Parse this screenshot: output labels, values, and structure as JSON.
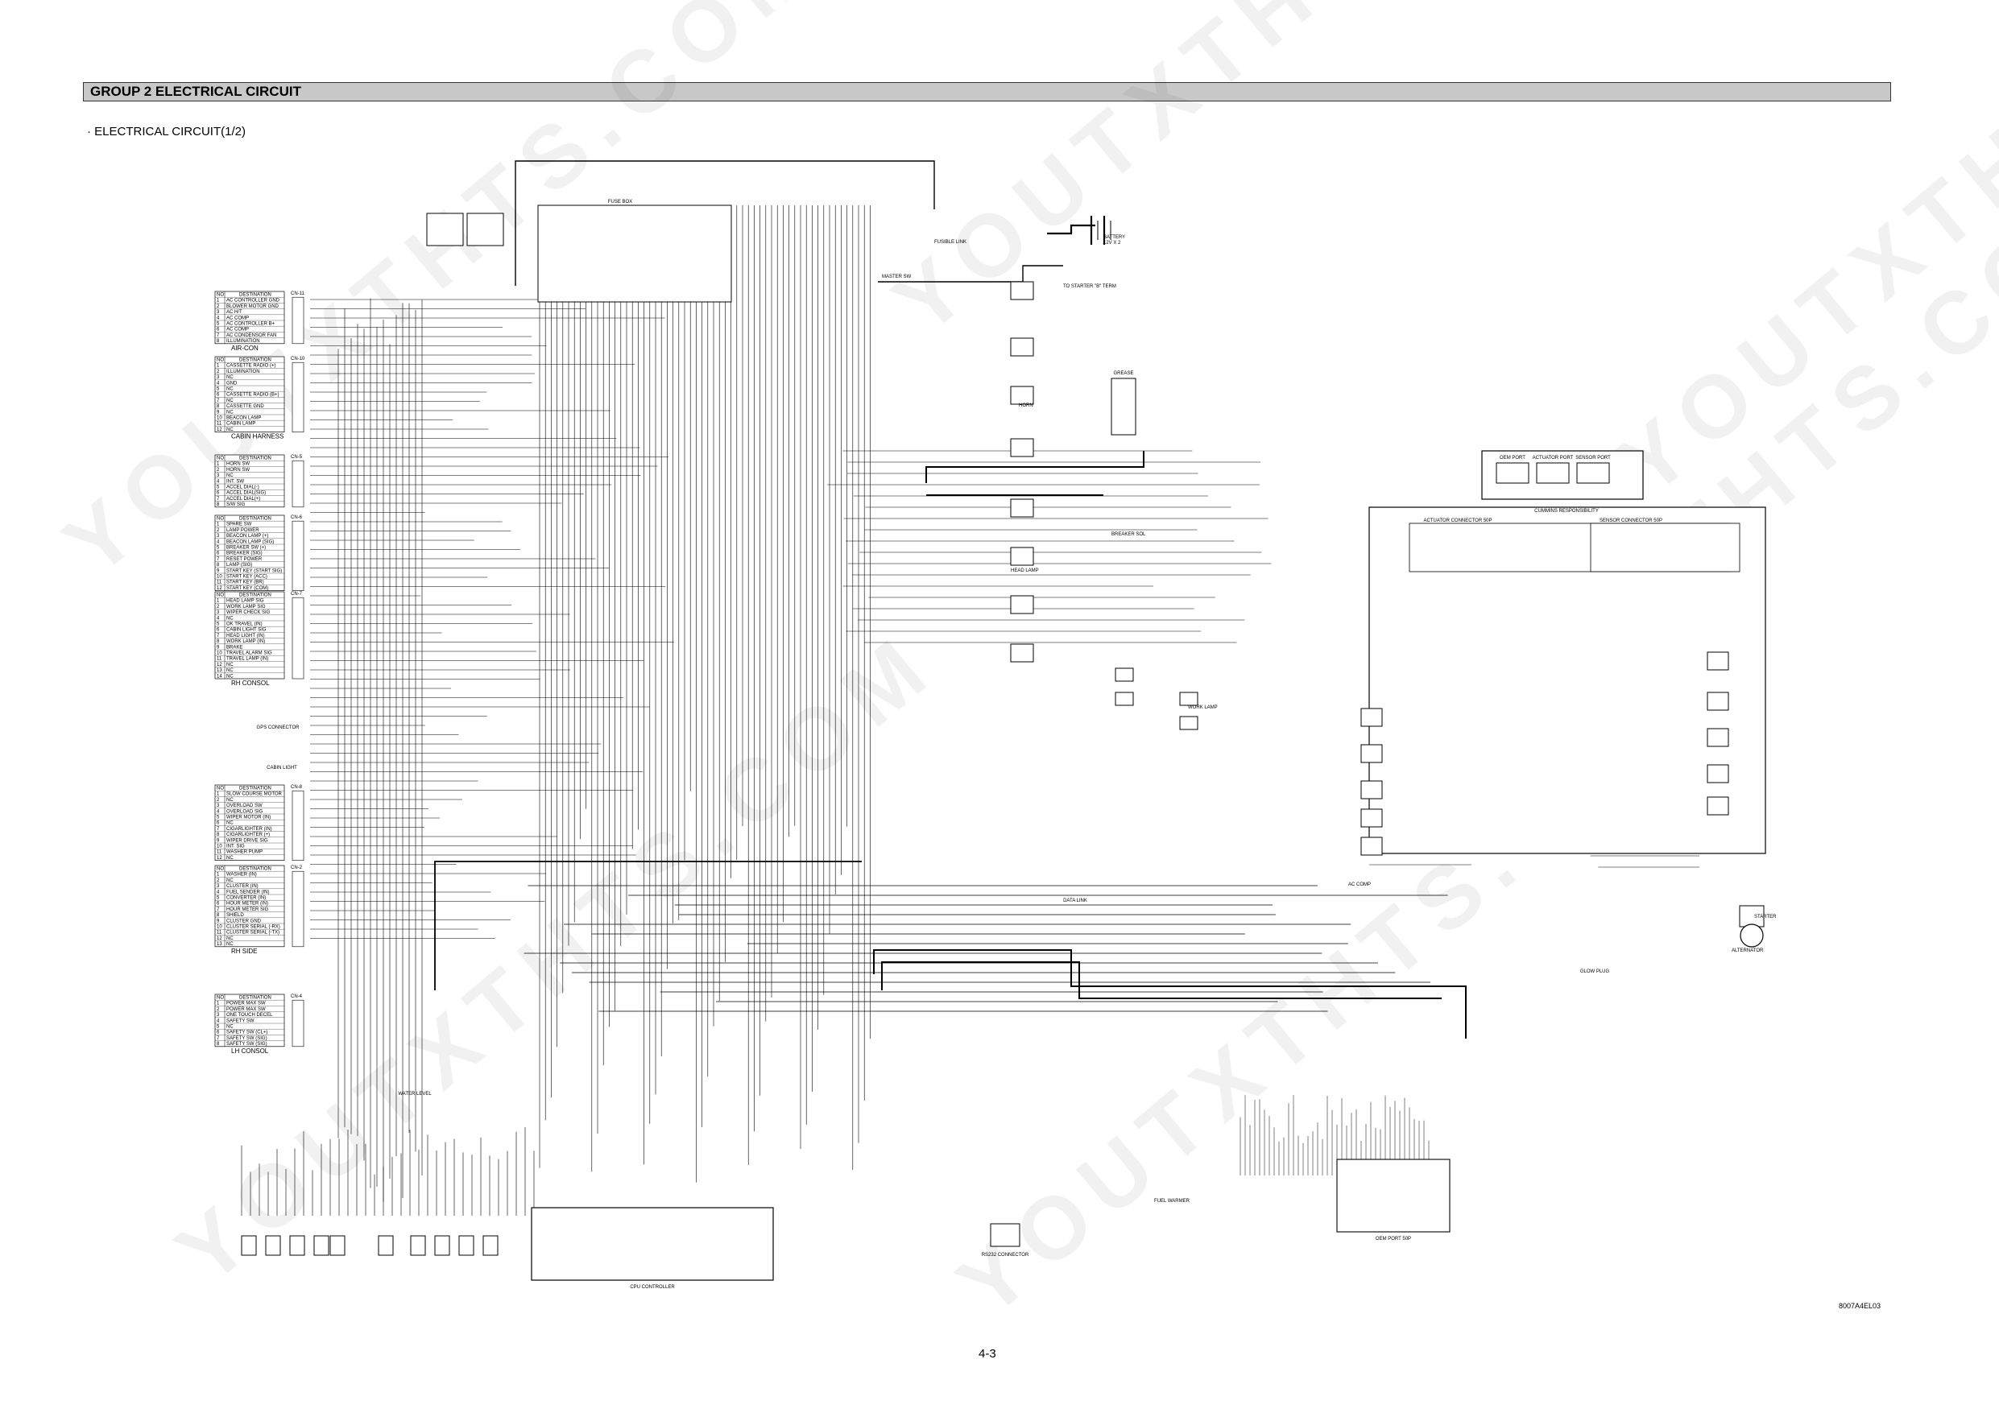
{
  "header": {
    "group_title": "GROUP  2  ELECTRICAL CIRCUIT",
    "subtitle": "· ELECTRICAL CIRCUIT(1/2)"
  },
  "footer": {
    "page_number": "4-3",
    "figure_code": "8007A4EL03"
  },
  "watermark": [
    "YOUTXTHTS.COM"
  ],
  "tables": [
    {
      "id": "cn11",
      "title": "AIR-CON",
      "connector": "CN-11",
      "header": [
        "NO",
        "DESTINATION"
      ],
      "rows": [
        [
          "1",
          "AC CONTROLLER GND"
        ],
        [
          "2",
          "BLOWER MOTOR GND"
        ],
        [
          "3",
          "AC H/T"
        ],
        [
          "4",
          "AC COMP"
        ],
        [
          "5",
          "AC CONTROLLER B+"
        ],
        [
          "6",
          "AC COMP"
        ],
        [
          "7",
          "AC CONDENSOR FAN"
        ],
        [
          "8",
          "ILLUMINATION"
        ]
      ]
    },
    {
      "id": "cn10",
      "title": "CABIN HARNESS",
      "connector": "CN-10",
      "header": [
        "NO",
        "DESTINATION"
      ],
      "rows": [
        [
          "1",
          "CASSETTE RADIO (+)"
        ],
        [
          "2",
          "ILLUMINATION"
        ],
        [
          "3",
          "NC"
        ],
        [
          "4",
          "GND"
        ],
        [
          "5",
          "NC"
        ],
        [
          "6",
          "CASSETTE RADIO (B+)"
        ],
        [
          "7",
          "NC"
        ],
        [
          "8",
          "CASSETTE GND"
        ],
        [
          "9",
          "NC"
        ],
        [
          "10",
          "BEACON LAMP"
        ],
        [
          "11",
          "CABIN LAMP"
        ],
        [
          "12",
          "NC"
        ]
      ]
    },
    {
      "id": "cn5",
      "title": "",
      "connector": "CN-5",
      "header": [
        "NO",
        "DESTINATION"
      ],
      "rows": [
        [
          "1",
          "HORN SW"
        ],
        [
          "2",
          "HORN SW"
        ],
        [
          "3",
          "NC"
        ],
        [
          "4",
          "INT. SW"
        ],
        [
          "5",
          "ACCEL DIAL(-)"
        ],
        [
          "6",
          "ACCEL DIAL(SIG)"
        ],
        [
          "7",
          "ACCEL DIAL(+)"
        ],
        [
          "8",
          "S/W SIG"
        ]
      ]
    },
    {
      "id": "cn6",
      "title": "",
      "connector": "CN-6",
      "header": [
        "NO",
        "DESTINATION"
      ],
      "rows": [
        [
          "1",
          "SPARE SW"
        ],
        [
          "2",
          "LAMP POWER"
        ],
        [
          "3",
          "BEACON LAMP (+)"
        ],
        [
          "4",
          "BEACON LAMP (SIG)"
        ],
        [
          "5",
          "BREAKER SW (+)"
        ],
        [
          "6",
          "BREAKER (SIG)"
        ],
        [
          "7",
          "RESET POWER"
        ],
        [
          "8",
          "LAMP (SIG)"
        ],
        [
          "9",
          "START KEY (START SIG)"
        ],
        [
          "10",
          "START KEY (ACC)"
        ],
        [
          "11",
          "START KEY (BR)"
        ],
        [
          "12",
          "START KEY (COM)"
        ]
      ]
    },
    {
      "id": "cn7",
      "title": "RH CONSOL",
      "connector": "CN-7",
      "header": [
        "NO",
        "DESTINATION"
      ],
      "rows": [
        [
          "1",
          "HEAD LAMP SIG"
        ],
        [
          "2",
          "WORK LAMP SIG"
        ],
        [
          "3",
          "WIPER CHECK SIG"
        ],
        [
          "4",
          "NC"
        ],
        [
          "5",
          "OK TRAVEL (IN)"
        ],
        [
          "6",
          "CABIN LIGHT SIG"
        ],
        [
          "7",
          "HEAD LIGHT (IN)"
        ],
        [
          "8",
          "WORK LAMP (IN)"
        ],
        [
          "9",
          "BRAKE"
        ],
        [
          "10",
          "TRAVEL ALARM SIG"
        ],
        [
          "11",
          "TRAVEL LAMP (IN)"
        ],
        [
          "12",
          "NC"
        ],
        [
          "13",
          "NC"
        ],
        [
          "14",
          "NC"
        ]
      ]
    },
    {
      "id": "cn8",
      "title": "",
      "connector": "CN-8",
      "header": [
        "NO",
        "DESTINATION"
      ],
      "rows": [
        [
          "1",
          "SLOW COURSE MOTOR"
        ],
        [
          "2",
          "NC"
        ],
        [
          "3",
          "OVERLOAD SW"
        ],
        [
          "4",
          "OVERLOAD SIG"
        ],
        [
          "5",
          "WIPER MOTOR (IN)"
        ],
        [
          "6",
          "NC"
        ],
        [
          "7",
          "CIGARLIGHTER (IN)"
        ],
        [
          "8",
          "CIGARLIGHTER (+)"
        ],
        [
          "9",
          "WIPER DRIVE SIG"
        ],
        [
          "10",
          "INT. SIG"
        ],
        [
          "11",
          "WASHER PUMP"
        ],
        [
          "12",
          "NC"
        ]
      ]
    },
    {
      "id": "cn2",
      "title": "RH SIDE",
      "connector": "CN-2",
      "header": [
        "NO",
        "DESTINATION"
      ],
      "rows": [
        [
          "1",
          "WASHER (IN)"
        ],
        [
          "2",
          "NC"
        ],
        [
          "3",
          "CLUSTER (IN)"
        ],
        [
          "4",
          "FUEL SENDER (IN)"
        ],
        [
          "5",
          "CONVERTER (IN)"
        ],
        [
          "6",
          "HOUR METER (IN)"
        ],
        [
          "7",
          "HOUR METER SIG"
        ],
        [
          "8",
          "SHIELD"
        ],
        [
          "9",
          "CLUSTER GND"
        ],
        [
          "10",
          "CLUSTER SERIAL (-RX)"
        ],
        [
          "11",
          "CLUSTER SERIAL (-TX)"
        ],
        [
          "12",
          "NC"
        ],
        [
          "13",
          "NC"
        ]
      ]
    },
    {
      "id": "cn4",
      "title": "LH CONSOL",
      "connector": "CN-4",
      "header": [
        "NO",
        "DESTINATION"
      ],
      "rows": [
        [
          "1",
          "POWER MAX SW"
        ],
        [
          "2",
          "POWER MAX SW"
        ],
        [
          "3",
          "ONE TOUCH DECEL"
        ],
        [
          "4",
          "SAFETY SW"
        ],
        [
          "5",
          "NC"
        ],
        [
          "6",
          "SAFETY SW (CL+)"
        ],
        [
          "7",
          "SAFETY SW (SIG)"
        ],
        [
          "8",
          "SAFETY SW (SIG)"
        ]
      ]
    }
  ],
  "labels": [
    {
      "id": "fuse-box",
      "text": "FUSE BOX"
    },
    {
      "id": "battery",
      "text": "BATTERY"
    },
    {
      "id": "battery-spec",
      "text": "12V X 2"
    },
    {
      "id": "fusible-link",
      "text": "FUSIBLE LINK"
    },
    {
      "id": "master-sw",
      "text": "MASTER SW"
    },
    {
      "id": "to-starter",
      "text": "TO STARTER \"B\" TERM"
    },
    {
      "id": "grease",
      "text": "GREASE"
    },
    {
      "id": "cummins",
      "text": "CUMMINS RESPONSIBILITY"
    },
    {
      "id": "actuator-conn",
      "text": "ACTUATOR CONNECTOR 50P"
    },
    {
      "id": "sensor-conn",
      "text": "SENSOR CONNECTOR 50P"
    },
    {
      "id": "ecm-port",
      "text": "OEM PORT"
    },
    {
      "id": "actuator-port",
      "text": "ACTUATOR PORT"
    },
    {
      "id": "sensor-port",
      "text": "SENSOR PORT"
    },
    {
      "id": "cpu-controller",
      "text": "CPU CONTROLLER"
    },
    {
      "id": "rs232",
      "text": "RS232 CONNECTOR"
    },
    {
      "id": "data-link",
      "text": "DATA LINK"
    },
    {
      "id": "cabin-light",
      "text": "CABIN LIGHT"
    },
    {
      "id": "gps-conn",
      "text": "GPS CONNECTOR"
    },
    {
      "id": "starter",
      "text": "STARTER"
    },
    {
      "id": "alternator",
      "text": "ALTERNATOR"
    },
    {
      "id": "glow-plug",
      "text": "GLOW PLUG"
    },
    {
      "id": "oem-port-50p",
      "text": "OEM PORT 50P"
    },
    {
      "id": "fuel-warmer",
      "text": "FUEL WARMER"
    },
    {
      "id": "work-lamp",
      "text": "WORK LAMP"
    },
    {
      "id": "head-lamp",
      "text": "HEAD LAMP"
    },
    {
      "id": "breaker-sol",
      "text": "BREAKER SOL"
    },
    {
      "id": "horn",
      "text": "HORN"
    },
    {
      "id": "ac-comp",
      "text": "AC COMP"
    },
    {
      "id": "water-level",
      "text": "WATER LEVEL"
    }
  ]
}
